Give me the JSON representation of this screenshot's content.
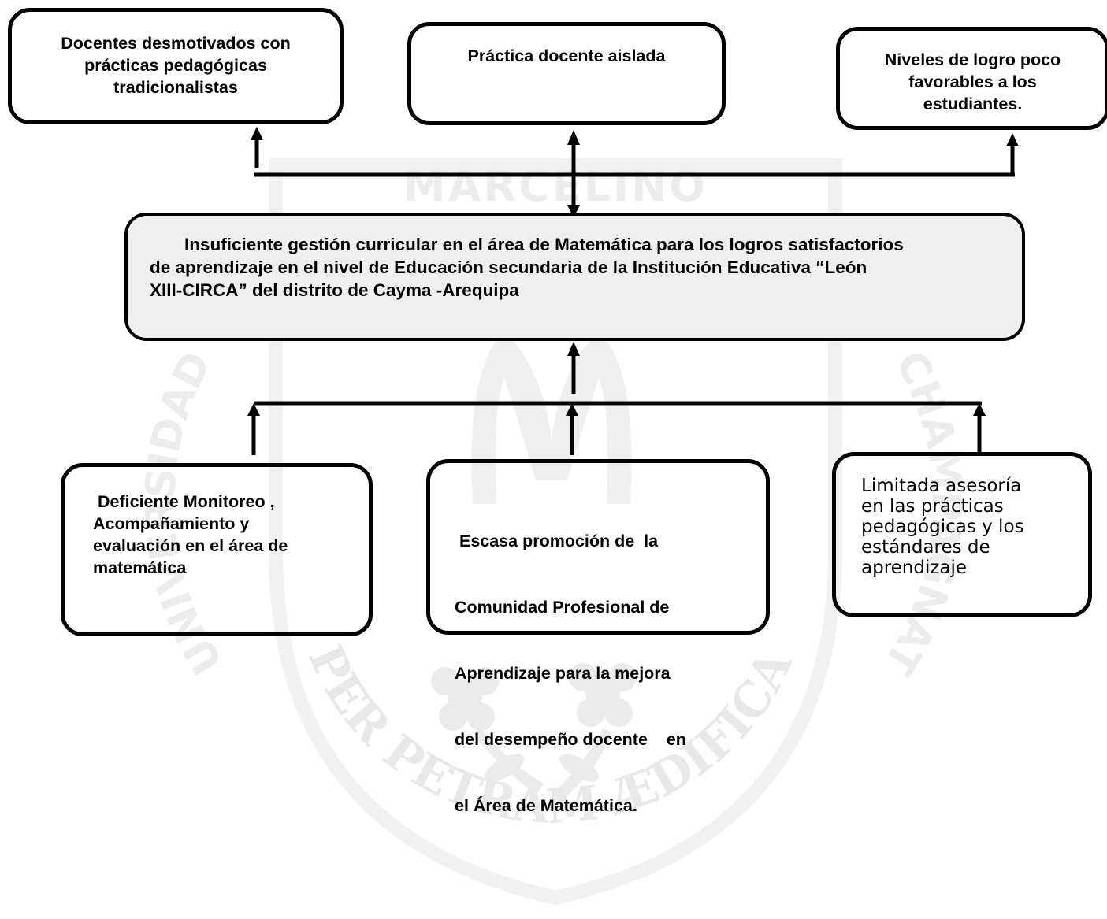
{
  "effects": [
    {
      "lines": [
        "Docentes desmotivados  con",
        "prácticas  pedagógicas",
        "tradicionalistas"
      ]
    },
    {
      "lines": [
        "Práctica docente aislada"
      ]
    },
    {
      "lines": [
        "Niveles de logro poco",
        "favorables a los",
        "estudiantes."
      ]
    }
  ],
  "problem": {
    "lines": [
      "Insuficiente gestión curricular en el área de Matemática para los  logros satisfactorios",
      "de aprendizaje en el   nivel de Educación  secundaria de la Institución Educativa “León",
      "XIII-CIRCA” del distrito de Cayma -Arequipa"
    ]
  },
  "causes": [
    {
      "lines": [
        "Deficiente Monitoreo ,",
        "Acompañamiento y",
        "evaluación en el área de",
        "matemática"
      ]
    },
    {
      "lines": [
        " Escasa promoción de  la",
        "Comunidad Profesional de",
        "Aprendizaje para la mejora",
        "del desempeño docente    en",
        "el Área de Matemática."
      ]
    },
    {
      "lines": [
        "Limitada asesoría",
        "en las prácticas",
        "pedagógicas y los",
        "estándares de",
        "aprendizaje"
      ]
    }
  ],
  "watermark": {
    "top_text": "MARCELINO",
    "left_text": "UNIVERSIDAD",
    "right_text": "CHAMPAGNAT",
    "motto": "SUPER PETRAM ÆDIFICABO",
    "color": "#ececec"
  }
}
